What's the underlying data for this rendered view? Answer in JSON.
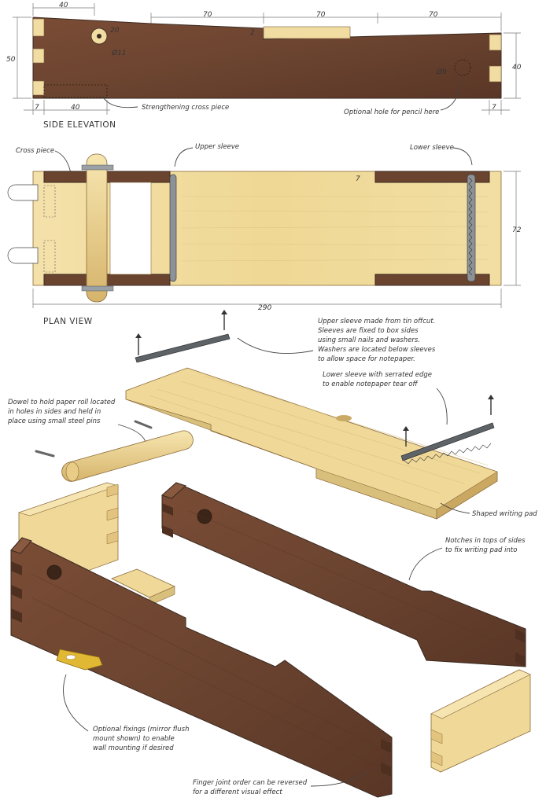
{
  "side_elevation": {
    "title": "SIDE ELEVATION",
    "dims": {
      "top_40": "40",
      "seg_70_a": "70",
      "seg_70_b": "70",
      "seg_70_c": "70",
      "height_50": "50",
      "height_40": "40",
      "bottom_7_left": "7",
      "bottom_40": "40",
      "bottom_7_right": "7",
      "hole_20": "20",
      "hole_dia_11": "Ø11",
      "hole_dia_9": "Ø9",
      "notch_2": "2"
    },
    "notes": {
      "cross_piece": "Strengthening cross piece",
      "pencil_hole": "Optional hole for pencil here"
    }
  },
  "plan_view": {
    "title": "PLAN VIEW",
    "labels": {
      "cross_piece": "Cross piece",
      "upper_sleeve": "Upper sleeve",
      "lower_sleeve": "Lower sleeve"
    },
    "dims": {
      "length": "290",
      "width": "72",
      "inner_7": "7"
    }
  },
  "exploded": {
    "notes": {
      "upper_sleeve": [
        "Upper sleeve made from tin offcut.",
        "Sleeves are fixed to box sides",
        "using small nails and washers.",
        "Washers are located below sleeves",
        "to allow space for notepaper."
      ],
      "lower_sleeve": [
        "Lower sleeve with serrated edge",
        "to enable notepaper tear off"
      ],
      "dowel": [
        "Dowel to hold paper roll located",
        "in holes in sides and held in",
        "place using small steel pins"
      ],
      "writing_pad": [
        "Shaped writing pad"
      ],
      "notches": [
        "Notches in tops of  sides",
        "to fix writing pad into"
      ],
      "fixings": [
        "Optional fixings (mirror flush",
        "mount shown) to enable",
        "wall mounting if desired"
      ],
      "finger_joint": [
        "Finger joint order can be reversed",
        "for a different visual effect"
      ]
    }
  },
  "colors": {
    "walnut": "#6b4430",
    "walnut_dark": "#4e2f20",
    "maple": "#f1dca1",
    "maple_dark": "#d9bf7c",
    "tin": "#6f7478",
    "brass": "#e0b833"
  }
}
